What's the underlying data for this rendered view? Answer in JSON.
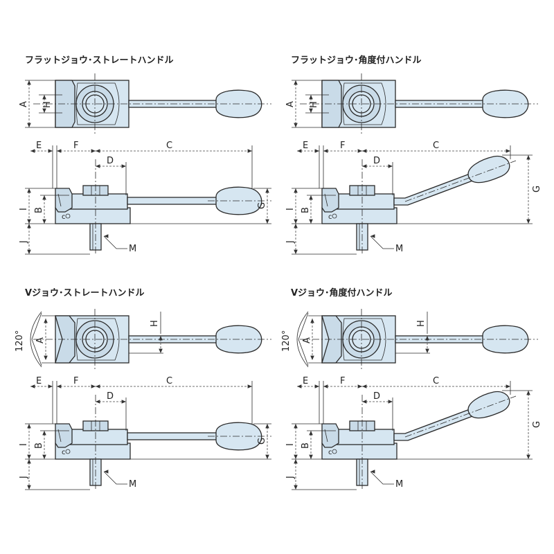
{
  "panels": [
    {
      "title": "フラットジョウ･ストレートハンドル",
      "jaw": "flat",
      "handle": "straight"
    },
    {
      "title": "フラットジョウ･角度付ハンドル",
      "jaw": "flat",
      "handle": "angled"
    },
    {
      "title": "Vジョウ･ストレートハンドル",
      "jaw": "v",
      "handle": "straight"
    },
    {
      "title": "Vジョウ･角度付ハンドル",
      "jaw": "v",
      "handle": "angled"
    }
  ],
  "labels": {
    "A": "A",
    "B": "B",
    "C": "C",
    "D": "D",
    "E": "E",
    "F": "F",
    "G": "G",
    "H": "H",
    "I": "I",
    "J": "J",
    "M": "M",
    "angle": "120°"
  },
  "colors": {
    "part_fill": "#d6e6f1",
    "stroke": "#2a2a2a"
  }
}
